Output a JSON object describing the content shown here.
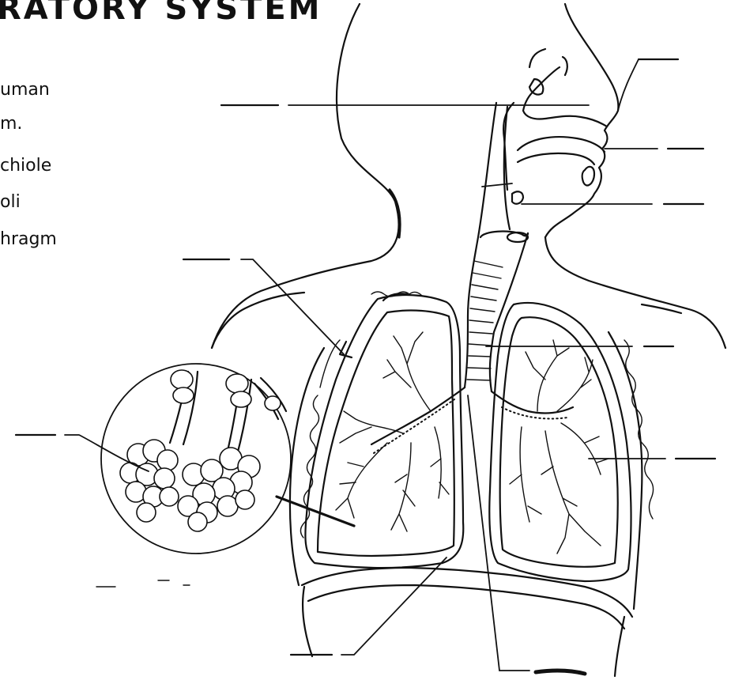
{
  "title": "RATORY SYSTEM",
  "instructions": {
    "line1": "uman",
    "line2": "m."
  },
  "word_bank": [
    "chiole",
    "oli",
    "hragm"
  ],
  "label_blanks": [
    {
      "id": "nasal-cavity"
    },
    {
      "id": "nostril"
    },
    {
      "id": "mouth"
    },
    {
      "id": "epiglottis"
    },
    {
      "id": "trachea"
    },
    {
      "id": "bronchiole"
    },
    {
      "id": "lung"
    },
    {
      "id": "diaphragm"
    },
    {
      "id": "alveoli"
    },
    {
      "id": "bronchus"
    }
  ]
}
